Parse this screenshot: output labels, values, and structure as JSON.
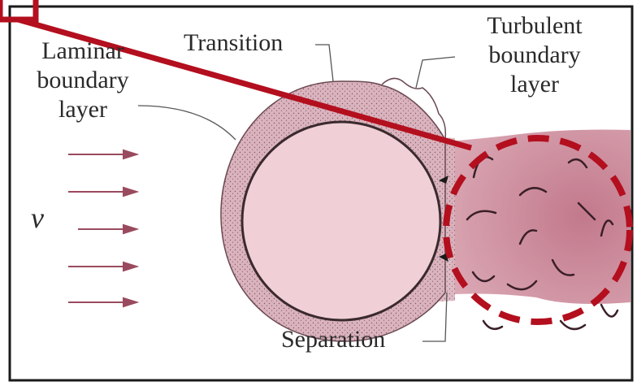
{
  "labels": {
    "laminar": [
      "Laminar",
      "boundary",
      "layer"
    ],
    "transition": "Transition",
    "turbulent": [
      "Turbulent",
      "boundary",
      "layer"
    ],
    "separation": "Separation",
    "velocity": "v"
  },
  "colors": {
    "frame": "#1a1a1a",
    "highlight": "#b30f1e",
    "boundary_fill": "#d6aeb8",
    "cylinder_fill": "#f0cfd6",
    "wake_fill": "#c77e92",
    "arrow": "#9a4a5e",
    "text": "#2a2a2a"
  }
}
